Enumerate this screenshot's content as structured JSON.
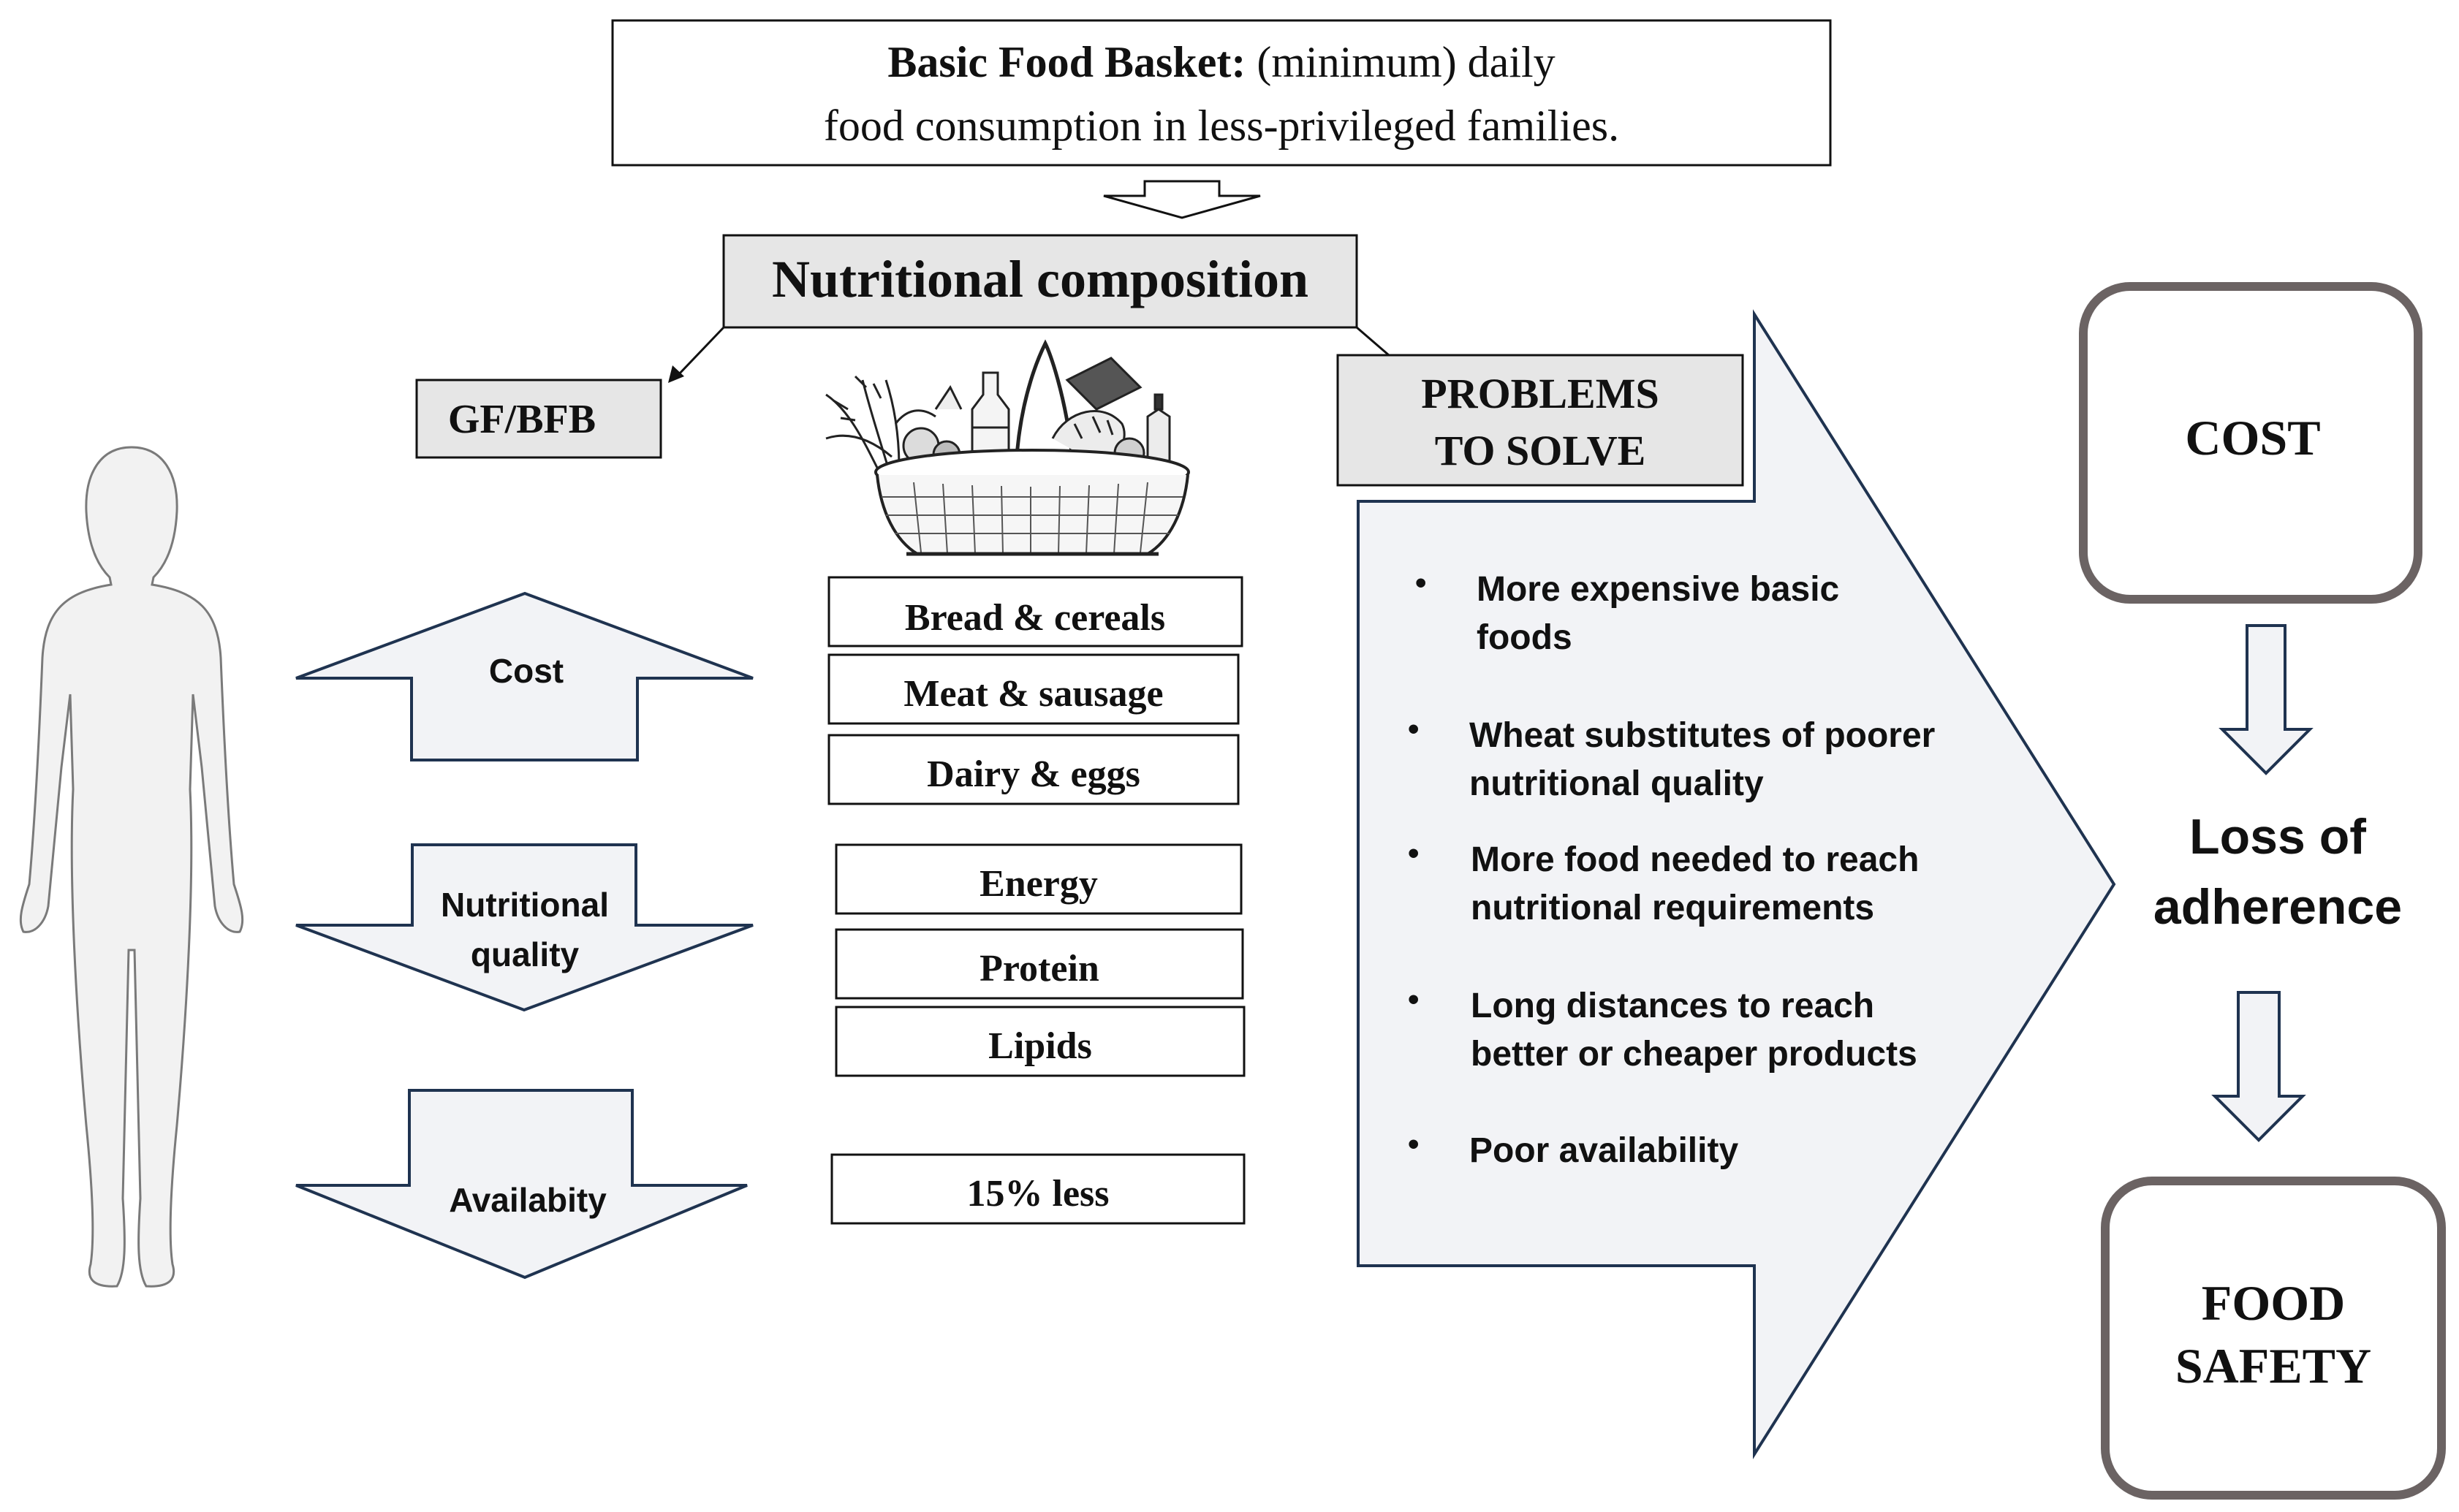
{
  "header": {
    "title_bold": "Basic Food Basket:",
    "title_rest": " (minimum) daily",
    "line2": "food consumption in less-privileged families."
  },
  "composition": {
    "title": "Nutritional composition"
  },
  "gf_bfb": {
    "label": "GF/BFB"
  },
  "problems": {
    "title_line1": "PROBLEMS",
    "title_line2": "TO SOLVE",
    "bullets": [
      [
        "More expensive basic",
        "foods"
      ],
      [
        "Wheat substitutes of poorer",
        "nutritional quality"
      ],
      [
        "More food needed to reach",
        "nutritional requirements"
      ],
      [
        "Long distances to reach",
        "better or cheaper products"
      ],
      [
        "Poor availability"
      ]
    ]
  },
  "factors": {
    "cost": "Cost",
    "quality_line1": "Nutritional",
    "quality_line2": "quality",
    "availability": "Availabity"
  },
  "food_groups": [
    "Bread & cereals",
    "Meat & sausage",
    "Dairy & eggs"
  ],
  "nutrients": [
    "Energy",
    "Protein",
    "Lipids"
  ],
  "availability_value": "15% less",
  "outcomes": {
    "cost": "COST",
    "loss_line1": "Loss of",
    "loss_line2": "adherence",
    "food_safety_line1": "FOOD",
    "food_safety_line2": "SAFETY"
  },
  "colors": {
    "box_fill": "#e6e6e6",
    "arrow_fill": "#f2f3f6",
    "arrow_stroke": "#1f3350",
    "rounded_stroke": "#6b6363",
    "figure_fill": "#f2f2f2",
    "figure_stroke": "#7a7a7a"
  },
  "icons": {
    "person": "person-silhouette-icon",
    "basket": "food-basket-icon"
  }
}
